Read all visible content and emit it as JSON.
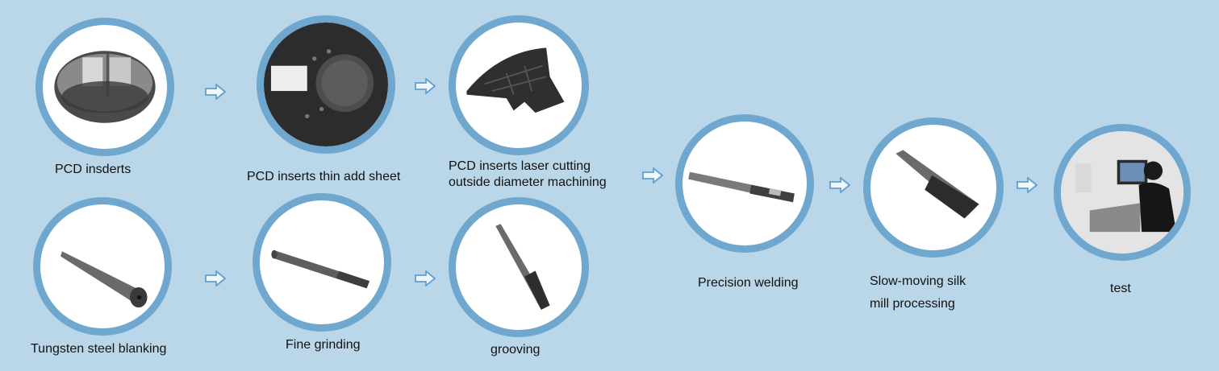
{
  "steps": [
    {
      "id": "pcd-insderts",
      "label": "PCD insderts"
    },
    {
      "id": "pcd-thin-sheet",
      "label": "PCD inserts thin add sheet"
    },
    {
      "id": "pcd-laser",
      "label_line1": "PCD inserts laser cutting",
      "label_line2": "outside diameter machining"
    },
    {
      "id": "tungsten-blanking",
      "label": "Tungsten steel blanking"
    },
    {
      "id": "fine-grinding",
      "label": "Fine grinding"
    },
    {
      "id": "grooving",
      "label": "grooving"
    },
    {
      "id": "precision-welding",
      "label": "Precision welding"
    },
    {
      "id": "slow-moving-silk",
      "label_line1": "Slow-moving silk",
      "label_line2": "mill processing"
    },
    {
      "id": "test",
      "label": "test"
    }
  ],
  "colors": {
    "background": "#bad7e9",
    "ring": "#6fa7cf",
    "arrow": "#5fa0cf"
  },
  "icons": {
    "arrow": "hollow-right-arrow-icon"
  }
}
